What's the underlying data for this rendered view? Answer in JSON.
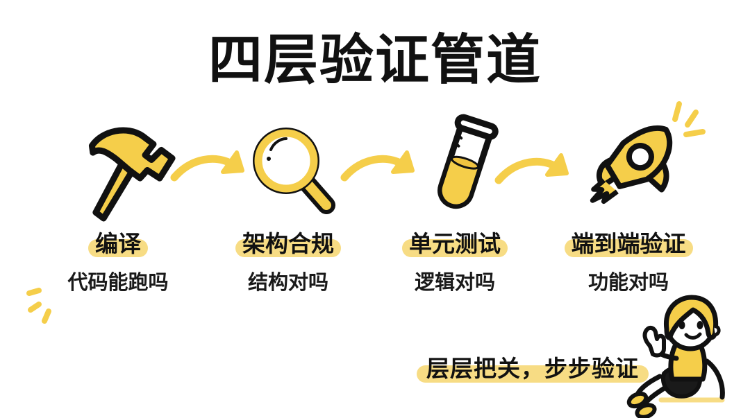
{
  "page": {
    "title": "四层验证管道",
    "background_color": "#FFFFFF",
    "accent_yellow": "#F5CE4A",
    "highlight_yellow": "#F7DC84",
    "ink_black": "#111111"
  },
  "stages": [
    {
      "icon": "hammer-icon",
      "title": "编译",
      "subtitle": "代码能跑吗"
    },
    {
      "icon": "magnifier-icon",
      "title": "架构合规",
      "subtitle": "结构对吗"
    },
    {
      "icon": "test-tube-icon",
      "title": "单元测试",
      "subtitle": "逻辑对吗"
    },
    {
      "icon": "rocket-icon",
      "title": "端到端验证",
      "subtitle": "功能对吗"
    }
  ],
  "arrows": [
    {
      "name": "arrow-1"
    },
    {
      "name": "arrow-2"
    },
    {
      "name": "arrow-3"
    }
  ],
  "caption": {
    "text": "层层把关，步步验证"
  },
  "decorations": [
    {
      "name": "sparkle-bottom-left"
    },
    {
      "name": "sparkle-rocket-top-right"
    }
  ],
  "character": {
    "name": "girl-thumbs-up-illustration",
    "hair_color": "#F5CE4A",
    "shirt_color": "#F5CE4A",
    "shorts_color": "#1A1A1A"
  }
}
